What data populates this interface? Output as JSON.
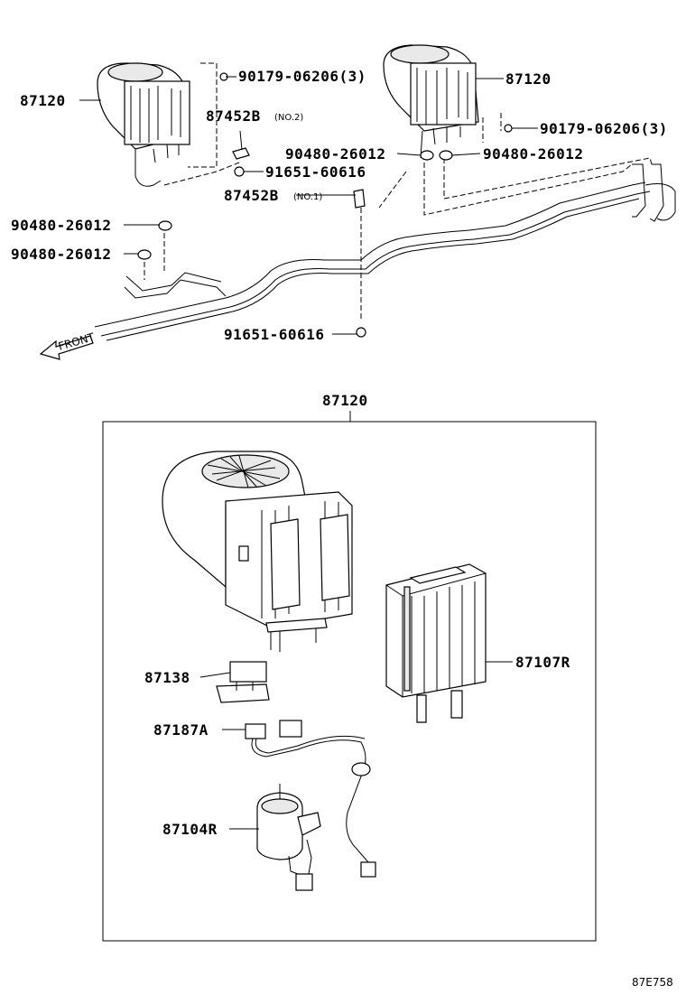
{
  "callouts": {
    "unit_left": "87120",
    "unit_right": "87120",
    "screw_left": "90179-06206(3)",
    "screw_right": "90179-06206(3)",
    "bracket_no2": "87452B",
    "bracket_no2_note": "(NO.2)",
    "bracket_no1": "87452B",
    "bracket_no1_note": "(NO.1)",
    "bolt_upper": "91651-60616",
    "bolt_lower": "91651-60616",
    "grommet_right_a": "90480-26012",
    "grommet_right_b": "90480-26012",
    "grommet_left_a": "90480-26012",
    "grommet_left_b": "90480-26012",
    "assembly_title": "87120",
    "resistor": "87138",
    "heater_core": "87107R",
    "wire_harness": "87187A",
    "blower_motor": "87104R"
  },
  "front_arrow": "FRONT",
  "diagram_code": "87E758"
}
